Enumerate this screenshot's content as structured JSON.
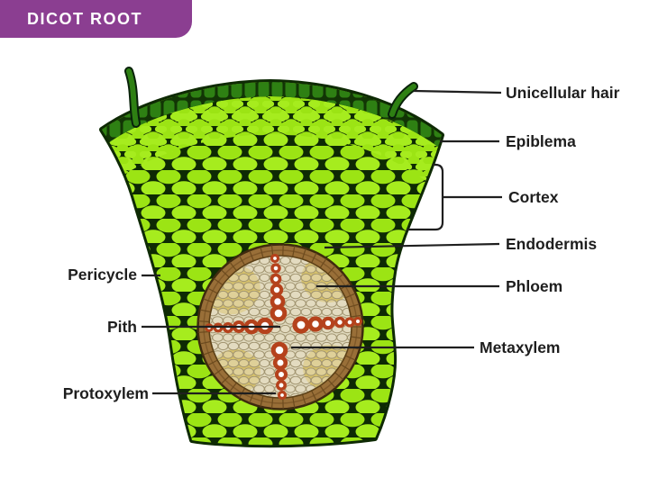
{
  "header": {
    "title": "DICOT ROOT"
  },
  "labels": {
    "right": [
      {
        "id": "unicellular-hair",
        "text": "Unicellular hair"
      },
      {
        "id": "epiblema",
        "text": "Epiblema"
      },
      {
        "id": "cortex",
        "text": "Cortex"
      },
      {
        "id": "endodermis",
        "text": "Endodermis"
      },
      {
        "id": "phloem",
        "text": "Phloem"
      },
      {
        "id": "metaxylem",
        "text": "Metaxylem"
      }
    ],
    "left": [
      {
        "id": "pericycle",
        "text": "Pericycle"
      },
      {
        "id": "pith",
        "text": "Pith"
      },
      {
        "id": "protoxylem",
        "text": "Protoxylem"
      }
    ]
  },
  "palette": {
    "badge_purple": "#8b3e91",
    "badge_text": "#ffffff",
    "cell_green": "#9ce414",
    "cell_green_alt": "#a6ec1e",
    "cell_wall_dark": "#0e2a04",
    "epidermis_green": "#2e8013",
    "stele_ring_brown": "#996f38",
    "stele_fill_tan": "#ded7bb",
    "phloem_patch_yellow": "#d5bf63",
    "xylem_red": "#b5421c",
    "leader_line": "#1f1f1f"
  }
}
